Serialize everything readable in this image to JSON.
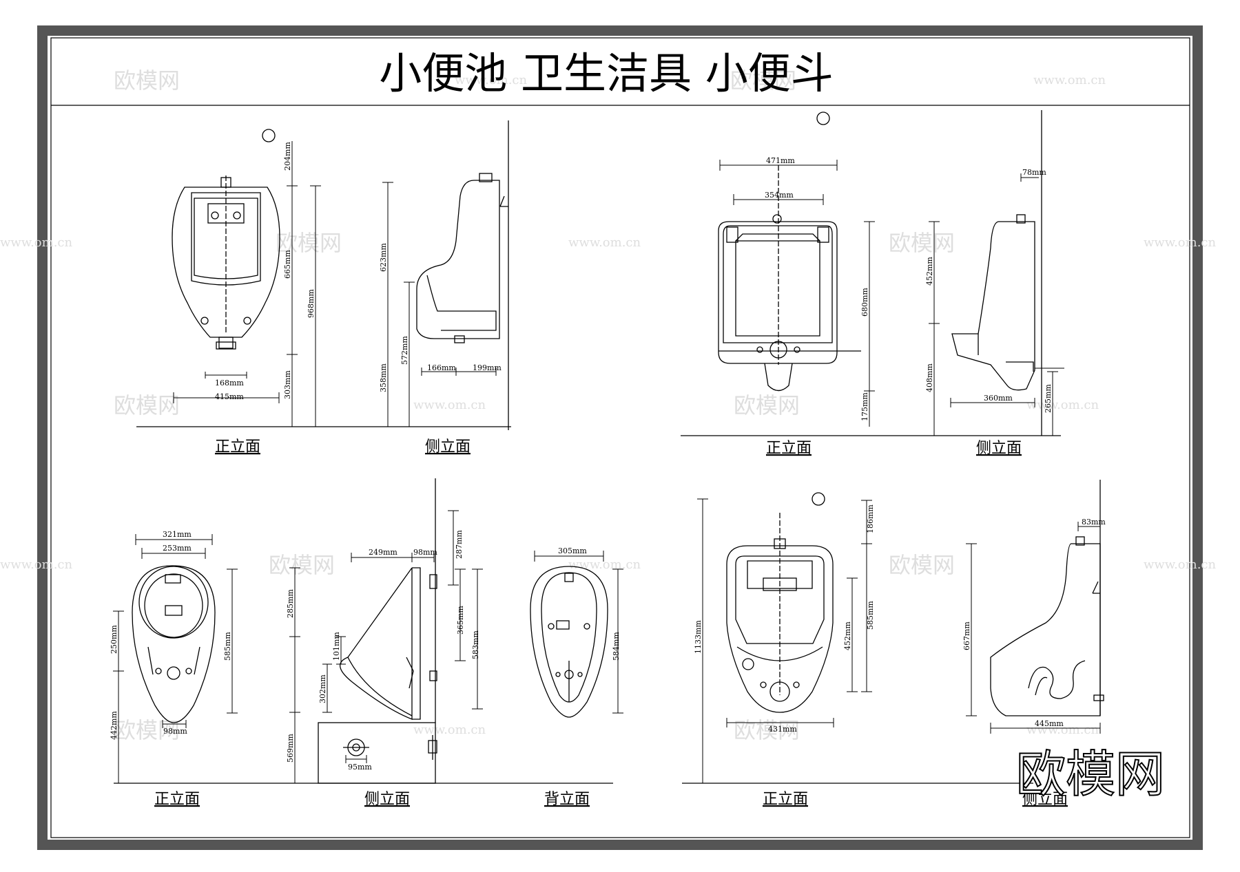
{
  "title": "小便池 卫生洁具 小便斗",
  "watermark": {
    "logo": "欧模网",
    "url": "www.om.cn"
  },
  "brand_logo": "欧模网",
  "colors": {
    "line": "#000000",
    "frame": "#555555",
    "watermark": "#dedede"
  },
  "units": {
    "u1": {
      "front_label": "正立面",
      "side_label": "侧立面",
      "dims": {
        "d204": "204mm",
        "d665": "665mm",
        "d968": "968mm",
        "d303": "303mm",
        "d168": "168mm",
        "d415": "415mm",
        "d623": "623mm",
        "d572": "572mm",
        "d358": "358mm",
        "d166": "166mm",
        "d199": "199mm"
      }
    },
    "u2": {
      "front_label": "正立面",
      "side_label": "侧立面",
      "dims": {
        "d471": "471mm",
        "d354": "354mm",
        "d680": "680mm",
        "d175": "175mm",
        "d78": "78mm",
        "d452": "452mm",
        "d408": "408mm",
        "d360": "360mm",
        "d265": "265mm"
      }
    },
    "u3": {
      "front_label": "正立面",
      "side_label": "侧立面",
      "back_label": "背立面",
      "dims": {
        "d321": "321mm",
        "d253": "253mm",
        "d250": "250mm",
        "d585": "585mm",
        "d442": "442mm",
        "d98a": "98mm",
        "d249": "249mm",
        "d98b": "98mm",
        "d285": "285mm",
        "d101": "101mm",
        "d302": "302mm",
        "d569": "569mm",
        "d287": "287mm",
        "d365": "365mm",
        "d583": "583mm",
        "d95": "95mm",
        "d305": "305mm",
        "d584": "584mm"
      }
    },
    "u4": {
      "front_label": "正立面",
      "side_label": "侧立面",
      "dims": {
        "d1133": "1133mm",
        "d186": "186mm",
        "d452": "452mm",
        "d585": "585mm",
        "d431": "431mm",
        "d83": "83mm",
        "d667": "667mm",
        "d445": "445mm"
      }
    }
  }
}
